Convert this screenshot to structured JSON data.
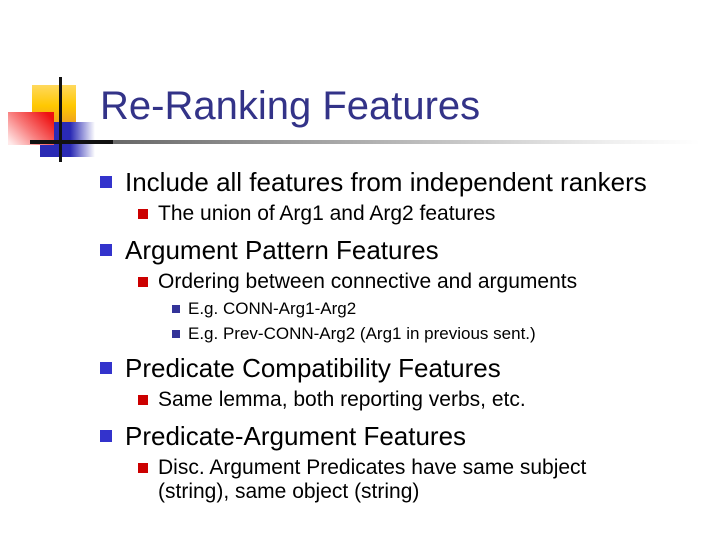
{
  "slide": {
    "title": "Re-Ranking Features",
    "colors": {
      "title_text": "#333388",
      "body_text": "#000000",
      "bullet_level1": "#3333CC",
      "bullet_level2": "#CC0000",
      "bullet_level3": "#333399",
      "ornament_yellow": "#FFC801",
      "ornament_red": "#EE1111",
      "ornament_blue": "#2A2AB4",
      "crosshair_line": "#111111"
    },
    "ornament_icons": [
      "yellow-square-icon",
      "red-gradient-square-icon",
      "blue-gradient-square-icon",
      "crosshair-lines-icon",
      "gradient-rule-icon"
    ],
    "bullets": [
      {
        "level": 1,
        "text": "Include all features from independent rankers"
      },
      {
        "level": 2,
        "text": "The union of Arg1 and Arg2 features"
      },
      {
        "level": 1,
        "text": "Argument Pattern Features"
      },
      {
        "level": 2,
        "text": "Ordering between connective and arguments"
      },
      {
        "level": 3,
        "text": "E.g. CONN-Arg1-Arg2"
      },
      {
        "level": 3,
        "text": "E.g. Prev-CONN-Arg2 (Arg1 in previous sent.)"
      },
      {
        "level": 1,
        "text": "Predicate Compatibility Features"
      },
      {
        "level": 2,
        "text": "Same lemma, both reporting verbs, etc."
      },
      {
        "level": 1,
        "text": "Predicate-Argument Features"
      },
      {
        "level": 2,
        "text": "Disc. Argument Predicates have same subject (string), same object (string)"
      }
    ]
  }
}
